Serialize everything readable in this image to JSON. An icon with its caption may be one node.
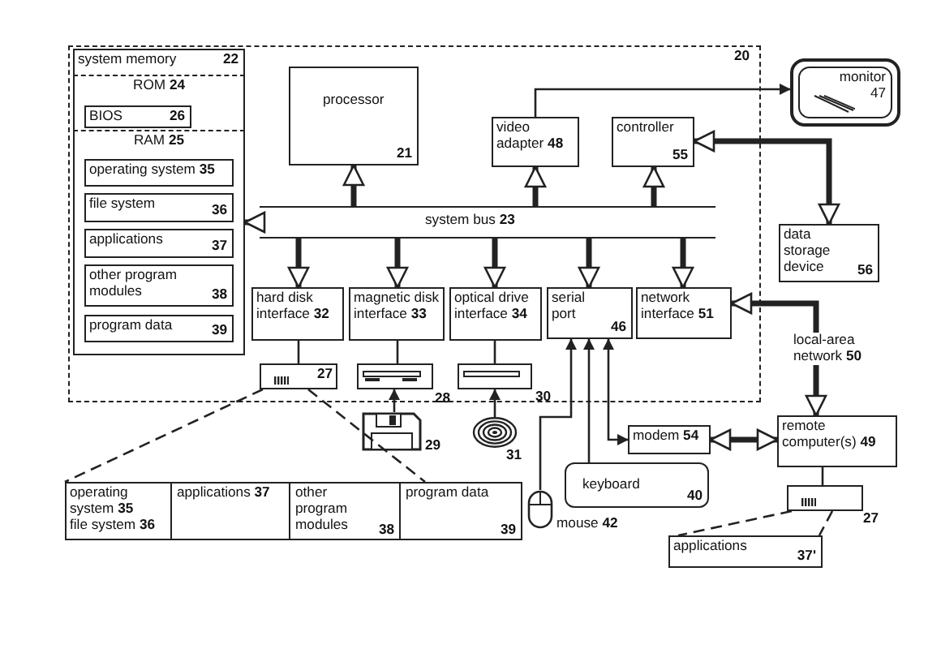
{
  "diagram": {
    "nodes": [
      {
        "text": [
          "20"
        ]
      },
      {
        "text": [
          "system memory",
          "22"
        ],
        "in": 0
      },
      {
        "text": [
          "ROM **24**"
        ],
        "in": 1
      },
      {
        "text": [
          "BIOS",
          "26"
        ],
        "in": 2
      },
      {
        "text": [
          "RAM **25**"
        ],
        "in": 1
      },
      {
        "text": [
          "operating system **35**"
        ],
        "in": 4
      },
      {
        "text": [
          "file system",
          "36"
        ],
        "in": 4
      },
      {
        "text": [
          "applications",
          "37"
        ],
        "in": 4
      },
      {
        "text": [
          "other program modules",
          "38"
        ],
        "in": 4
      },
      {
        "text": [
          "program data",
          "39"
        ],
        "in": 4
      },
      {
        "text": [
          "processor",
          "21"
        ],
        "in": 0
      },
      {
        "text": [
          "video adapter **48**"
        ],
        "in": 0
      },
      {
        "text": [
          "controller",
          "55"
        ],
        "in": 0
      },
      {
        "text": [
          "monitor",
          "47"
        ]
      },
      {
        "text": [
          "system bus **23**"
        ],
        "in": 0
      },
      {
        "text": [
          "data storage device",
          "56"
        ]
      },
      {
        "text": [
          "hard disk interface **32**"
        ],
        "in": 0
      },
      {
        "text": [
          "magnetic disk interface **33**"
        ],
        "in": 0
      },
      {
        "text": [
          "optical drive interface **34**"
        ],
        "in": 0
      },
      {
        "text": [
          "serial port",
          "46"
        ],
        "in": 0
      },
      {
        "text": [
          "network interface **51**"
        ],
        "in": 0
      },
      {
        "text": [
          "27"
        ],
        "in": 0
      },
      {
        "text": [],
        "shape": "box",
        "in": 0,
        "beside": [
          "28"
        ]
      },
      {
        "text": [],
        "shape": "box",
        "in": 0,
        "beside": [
          "30"
        ]
      },
      {
        "text": [],
        "shape": "picture",
        "beside": [
          "29"
        ]
      },
      {
        "text": [],
        "shape": "picture",
        "beside": [
          "31"
        ]
      },
      {
        "text": [
          "modem **54**"
        ]
      },
      {
        "text": [
          "keyboard",
          "40"
        ]
      },
      {
        "text": [],
        "shape": "picture",
        "beside": [
          "mouse **42**"
        ]
      },
      {
        "text": [
          "remote computer(s) **49**"
        ]
      },
      {
        "text": [],
        "shape": "box",
        "beside": [
          "27"
        ]
      },
      {
        "text": [
          "applications",
          "37'"
        ]
      },
      {
        "text": [],
        "shape": "box"
      },
      {
        "text": [
          "operating system **35**",
          "file system **36**"
        ],
        "in": 32
      },
      {
        "text": [
          "applications **37**"
        ],
        "in": 32
      },
      {
        "text": [
          "other program modules",
          "38"
        ],
        "in": 32
      },
      {
        "text": [
          "program data",
          "39"
        ],
        "in": 32
      }
    ],
    "edges": [
      {
        "from": 14,
        "to": 1,
        "arrow": "to",
        "style": "thick"
      },
      {
        "from": 14,
        "to": 10,
        "arrow": "to",
        "style": "thick"
      },
      {
        "from": 14,
        "to": 11,
        "arrow": "to",
        "style": "thick"
      },
      {
        "from": 14,
        "to": 12,
        "arrow": "to",
        "style": "thick"
      },
      {
        "from": 14,
        "to": 16,
        "arrow": "to",
        "style": "thick"
      },
      {
        "from": 14,
        "to": 17,
        "arrow": "to",
        "style": "thick"
      },
      {
        "from": 14,
        "to": 18,
        "arrow": "to",
        "style": "thick"
      },
      {
        "from": 14,
        "to": 19,
        "arrow": "to",
        "style": "thick"
      },
      {
        "from": 14,
        "to": 20,
        "arrow": "to",
        "style": "thick"
      },
      {
        "from": 11,
        "to": 13,
        "arrow": "to"
      },
      {
        "from": 12,
        "to": 15,
        "arrow": "both",
        "style": "thick"
      },
      {
        "from": 20,
        "to": 29,
        "arrow": "both",
        "style": "thick",
        "label": "local-area network **50**"
      },
      {
        "from": 16,
        "to": 21,
        "arrow": "none"
      },
      {
        "from": 17,
        "to": 22,
        "arrow": "none"
      },
      {
        "from": 18,
        "to": 23,
        "arrow": "none"
      },
      {
        "from": 24,
        "to": 22,
        "arrow": "to"
      },
      {
        "from": 25,
        "to": 23,
        "arrow": "to"
      },
      {
        "from": 28,
        "to": 19,
        "arrow": "to"
      },
      {
        "from": 27,
        "to": 19,
        "arrow": "to"
      },
      {
        "from": 19,
        "to": 26,
        "arrow": "both"
      },
      {
        "from": 26,
        "to": 29,
        "arrow": "both",
        "style": "thick"
      },
      {
        "from": 29,
        "to": 30,
        "arrow": "none"
      },
      {
        "from": 30,
        "to": 31,
        "arrow": "none",
        "style": "dashed"
      },
      {
        "from": 30,
        "to": 31,
        "arrow": "none",
        "style": "dashed"
      },
      {
        "from": 21,
        "to": 32,
        "arrow": "none",
        "style": "dashed"
      },
      {
        "from": 21,
        "to": 32,
        "arrow": "none",
        "style": "dashed"
      }
    ]
  }
}
